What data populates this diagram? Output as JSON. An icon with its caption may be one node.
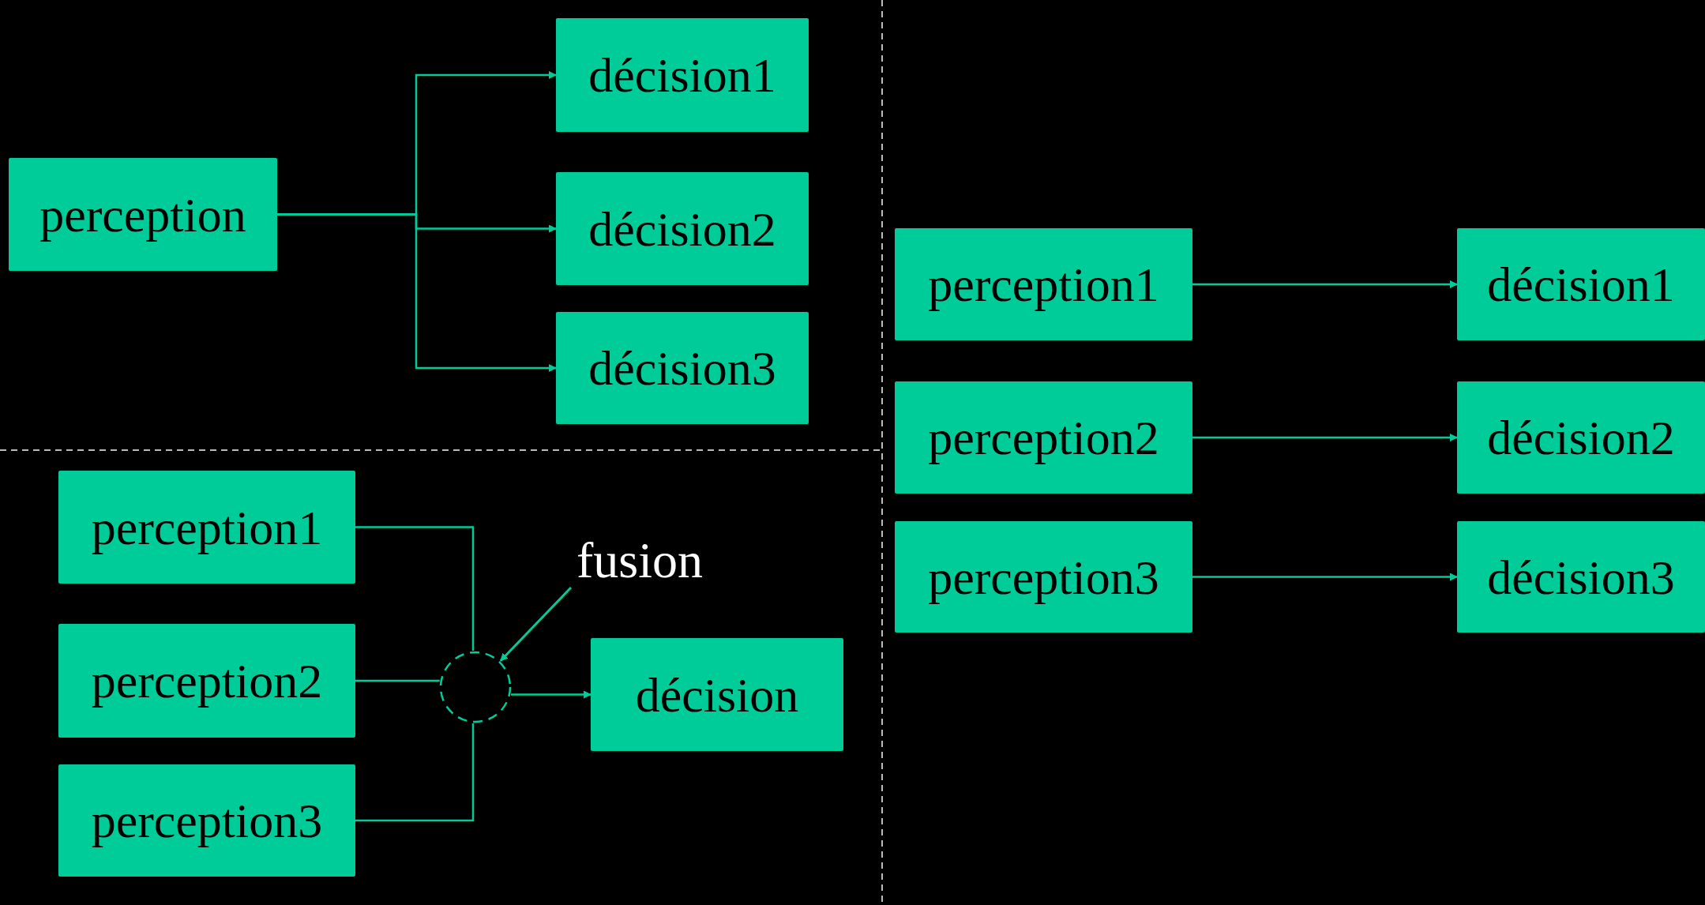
{
  "diagram": {
    "nodes": [
      {
        "text": [
          "perception"
        ]
      },
      {
        "text": [
          "décision1"
        ]
      },
      {
        "text": [
          "décision2"
        ]
      },
      {
        "text": [
          "décision3"
        ]
      },
      {
        "text": [
          "perception1"
        ]
      },
      {
        "text": [
          "perception2"
        ]
      },
      {
        "text": [
          "perception3"
        ]
      },
      {
        "text": [
          "fusion"
        ]
      },
      {
        "text": [],
        "shape": "circle"
      },
      {
        "text": [
          "décision"
        ]
      },
      {
        "text": [
          "perception1"
        ]
      },
      {
        "text": [
          "décision1"
        ]
      },
      {
        "text": [
          "perception2"
        ]
      },
      {
        "text": [
          "décision2"
        ]
      },
      {
        "text": [
          "perception3"
        ]
      },
      {
        "text": [
          "décision3"
        ]
      }
    ],
    "edges": [
      {
        "from": 0,
        "to": 1,
        "arrow": "to"
      },
      {
        "from": 0,
        "to": 2,
        "arrow": "to"
      },
      {
        "from": 0,
        "to": 3,
        "arrow": "to"
      },
      {
        "from": 4,
        "to": 8,
        "arrow": "none"
      },
      {
        "from": 5,
        "to": 8,
        "arrow": "none"
      },
      {
        "from": 6,
        "to": 8,
        "arrow": "none"
      },
      {
        "from": 8,
        "to": 9,
        "arrow": "to"
      },
      {
        "from": 7,
        "to": 8,
        "arrow": "to"
      },
      {
        "from": 10,
        "to": 11,
        "arrow": "to"
      },
      {
        "from": 12,
        "to": 13,
        "arrow": "to"
      },
      {
        "from": 14,
        "to": 15,
        "arrow": "to"
      }
    ]
  }
}
